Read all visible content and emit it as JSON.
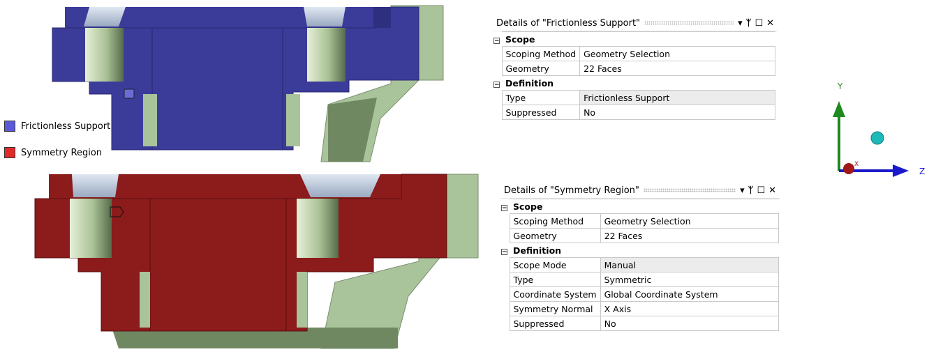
{
  "legend": [
    {
      "label": "Frictionless Support",
      "color": "#4b4bd0"
    },
    {
      "label": "Symmetry Region",
      "color": "#d62020"
    }
  ],
  "colors": {
    "support_blue": "#3b3b9a",
    "symmetry_red": "#8c1b1b",
    "mesh_green": "#a9c39b",
    "hole_silver": "#b9c5d8"
  },
  "panel1": {
    "title": "Details of \"Frictionless Support\"",
    "icons": [
      "dropdown-icon",
      "pin-icon",
      "maximize-icon",
      "close-icon"
    ],
    "sections": [
      {
        "name": "Scope",
        "rows": [
          {
            "label": "Scoping Method",
            "value": "Geometry Selection"
          },
          {
            "label": "Geometry",
            "value": "22 Faces"
          }
        ]
      },
      {
        "name": "Definition",
        "rows": [
          {
            "label": "Type",
            "value": "Frictionless Support"
          },
          {
            "label": "Suppressed",
            "value": "No"
          }
        ]
      }
    ]
  },
  "panel2": {
    "title": "Details of \"Symmetry Region\"",
    "icons": [
      "dropdown-icon",
      "pin-icon",
      "maximize-icon",
      "close-icon"
    ],
    "sections": [
      {
        "name": "Scope",
        "rows": [
          {
            "label": "Scoping Method",
            "value": "Geometry Selection"
          },
          {
            "label": "Geometry",
            "value": "22 Faces"
          }
        ]
      },
      {
        "name": "Definition",
        "rows": [
          {
            "label": "Scope Mode",
            "value": "Manual"
          },
          {
            "label": "Type",
            "value": "Symmetric"
          },
          {
            "label": "Coordinate System",
            "value": "Global Coordinate System"
          },
          {
            "label": "Symmetry Normal",
            "value": "X Axis"
          },
          {
            "label": "Suppressed",
            "value": "No"
          }
        ]
      }
    ]
  },
  "triad": {
    "y_label": "Y",
    "z_label": "Z",
    "x_label": "X"
  },
  "glyphs": {
    "dropdown": "▾",
    "pin": "📌",
    "maximize": "☐",
    "close": "✕",
    "collapse": "−"
  }
}
